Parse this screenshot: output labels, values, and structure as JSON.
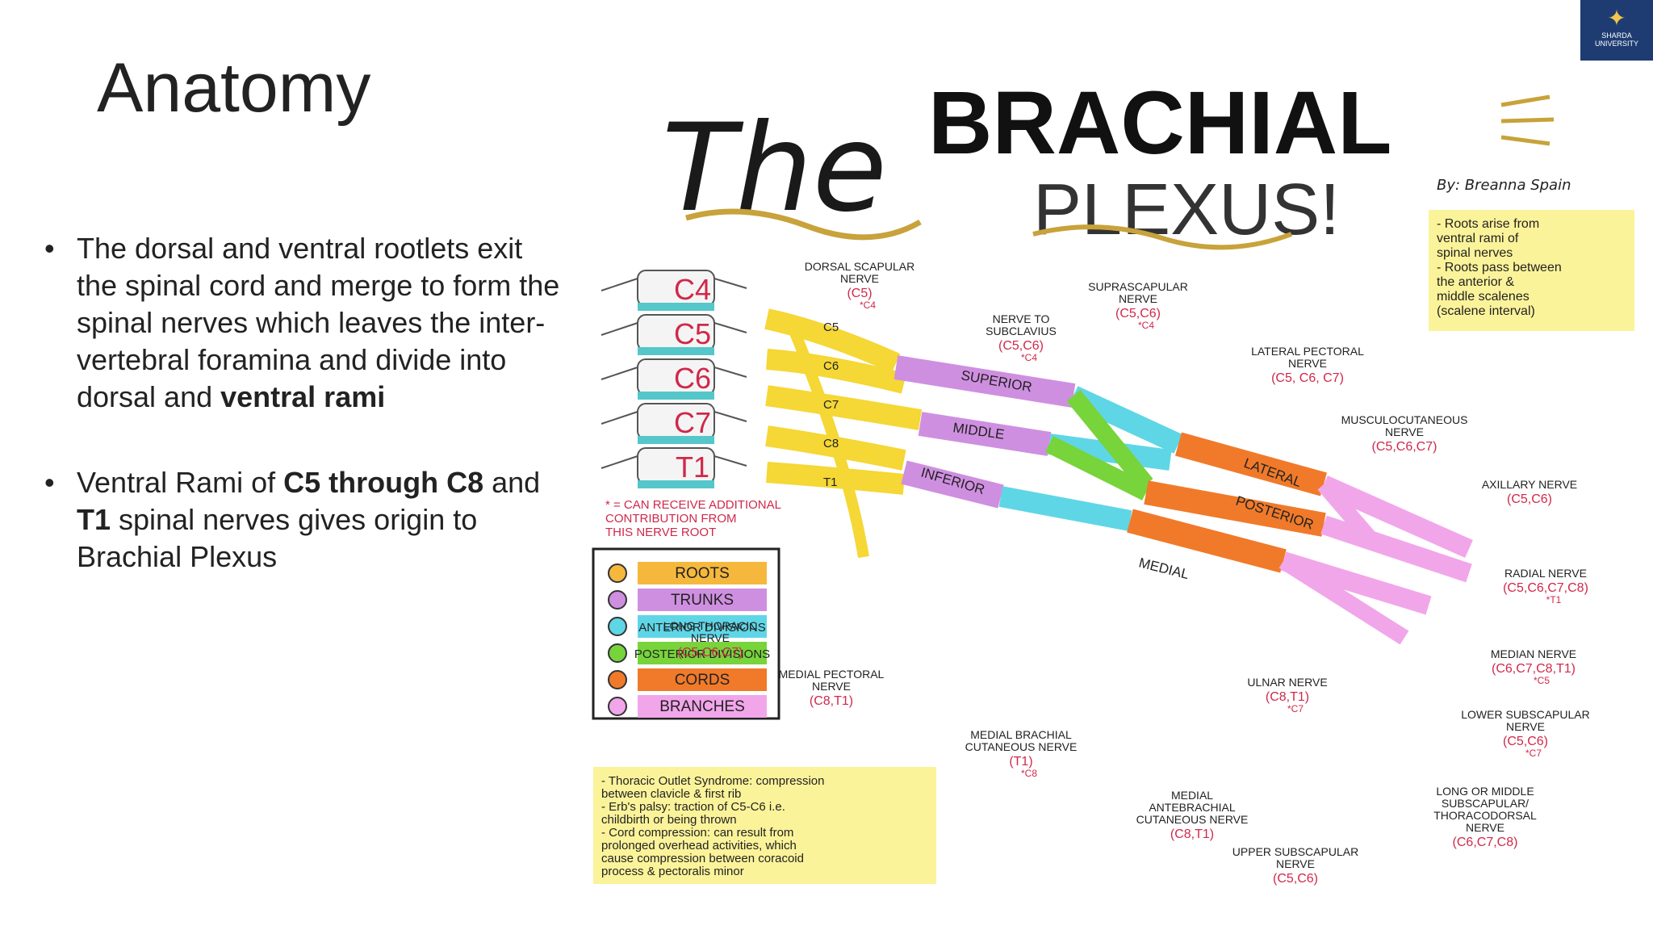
{
  "slide": {
    "title": "Anatomy",
    "bullet1_text": "The dorsal and ventral rootlets exit the spinal cord and merge to form the spinal nerves which leaves the inter-vertebral foramina and divide into dorsal and ",
    "bullet1_bold": "ventral rami",
    "bullet2_a": "Ventral Rami of ",
    "bullet2_b": "C5 through C8",
    "bullet2_c": " and ",
    "bullet2_d": "T1",
    "bullet2_e": " spinal nerves gives origin to Brachial Plexus",
    "logo_text": "SHARDA UNIVERSITY"
  },
  "diagram": {
    "title_the": "The",
    "title_brachial": "BRACHIAL",
    "title_plexus": "PLEXUS!",
    "author": "By: Breanna Spain",
    "note_top": [
      "- Roots arise from",
      "ventral rami of",
      "spinal nerves",
      "- Roots pass between",
      "the anterior &",
      "middle scalenes",
      "(scalene interval)"
    ],
    "vertebrae": [
      "C4",
      "C5",
      "C6",
      "C7",
      "T1"
    ],
    "roots": [
      "C5",
      "C6",
      "C7",
      "C8",
      "T1"
    ],
    "trunks": [
      "SUPERIOR",
      "MIDDLE",
      "INFERIOR"
    ],
    "cords": [
      "LATERAL",
      "POSTERIOR",
      "MEDIAL"
    ],
    "asterisk_note": [
      "* = CAN RECEIVE ADDITIONAL",
      "CONTRIBUTION FROM",
      "THIS NERVE ROOT"
    ],
    "legend": [
      {
        "label": "ROOTS",
        "color": "#f5b83d"
      },
      {
        "label": "TRUNKS",
        "color": "#cf8fe0"
      },
      {
        "label": "ANTERIOR DIVISIONS",
        "color": "#5fd6e6"
      },
      {
        "label": "POSTERIOR DIVISIONS",
        "color": "#77d43a"
      },
      {
        "label": "CORDS",
        "color": "#f07a2a"
      },
      {
        "label": "BRANCHES",
        "color": "#f2a6ea"
      }
    ],
    "nerves": {
      "dorsal_scapular": {
        "name": "DORSAL SCAPULAR NERVE",
        "roots": "(C5)",
        "note": "*C4"
      },
      "subclavius": {
        "name": "NERVE TO SUBCLAVIUS",
        "roots": "(C5,C6)",
        "note": "*C4"
      },
      "suprascapular": {
        "name": "SUPRASCAPULAR NERVE",
        "roots": "(C5,C6)",
        "note": "*C4"
      },
      "lateral_pectoral": {
        "name": "LATERAL PECTORAL NERVE",
        "roots": "(C5, C6, C7)"
      },
      "musculocutaneous": {
        "name": "MUSCULOCUTANEOUS NERVE",
        "roots": "(C5,C6,C7)"
      },
      "axillary": {
        "name": "AXILLARY NERVE",
        "roots": "(C5,C6)"
      },
      "radial": {
        "name": "RADIAL NERVE",
        "roots": "(C5,C6,C7,C8)",
        "note": "*T1"
      },
      "median": {
        "name": "MEDIAN NERVE",
        "roots": "(C6,C7,C8,T1)",
        "note": "*C5"
      },
      "lower_subscapular": {
        "name": "LOWER SUBSCAPULAR NERVE",
        "roots": "(C5,C6)",
        "note": "*C7"
      },
      "thoracodorsal": {
        "name": "LONG OR MIDDLE SUBSCAPULAR/ THORACODORSAL NERVE",
        "roots": "(C6,C7,C8)"
      },
      "upper_subscapular": {
        "name": "UPPER SUBSCAPULAR NERVE",
        "roots": "(C5,C6)"
      },
      "ulnar": {
        "name": "ULNAR NERVE",
        "roots": "(C8,T1)",
        "note": "*C7"
      },
      "medial_antebrachial": {
        "name": "MEDIAL ANTEBRACHIAL CUTANEOUS NERVE",
        "roots": "(C8,T1)"
      },
      "medial_brachial": {
        "name": "MEDIAL BRACHIAL CUTANEOUS NERVE",
        "roots": "(T1)",
        "note": "*C8"
      },
      "medial_pectoral": {
        "name": "MEDIAL PECTORAL NERVE",
        "roots": "(C8,T1)"
      },
      "long_thoracic": {
        "name": "LONG THORACIC NERVE",
        "roots": "(C5,C6,C7)"
      }
    },
    "note_bottom": [
      "- Thoracic Outlet Syndrome: compression",
      "between clavicle & first rib",
      "- Erb's palsy: traction of C5-C6 i.e.",
      "childbirth or being thrown",
      "- Cord compression: can result from",
      "prolonged overhead activities, which",
      "cause compression between coracoid",
      "process & pectoralis minor"
    ]
  }
}
